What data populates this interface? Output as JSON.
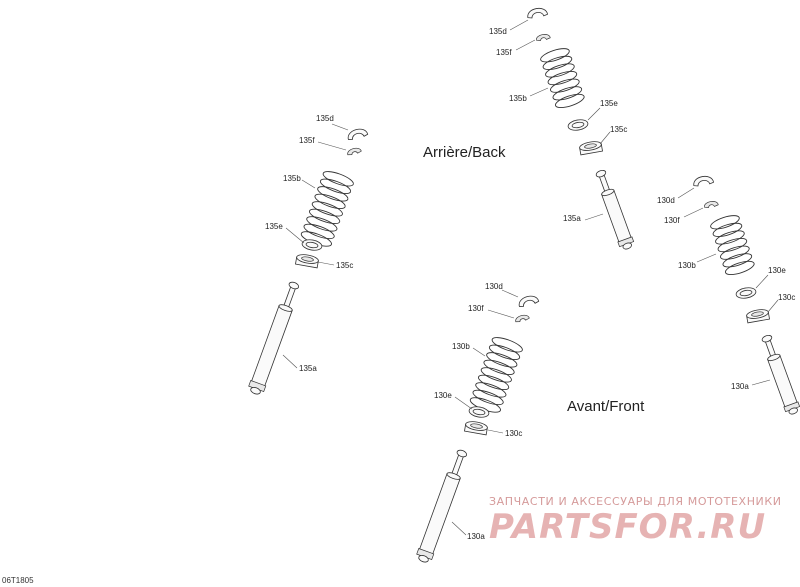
{
  "labels": {
    "back": "Arrière/Back",
    "front": "Avant/Front",
    "reference": "06T1805"
  },
  "callouts": {
    "a135d": "135d",
    "a135f": "135f",
    "a135b": "135b",
    "a135e": "135e",
    "a135c": "135c",
    "a135a": "135a",
    "b135d": "135d",
    "b135f": "135f",
    "b135b": "135b",
    "b135e": "135e",
    "b135c": "135c",
    "b135a": "135a",
    "c130d": "130d",
    "c130f": "130f",
    "c130b": "130b",
    "c130e": "130e",
    "c130c": "130c",
    "c130a": "130a",
    "d130d": "130d",
    "d130f": "130f",
    "d130b": "130b",
    "d130e": "130e",
    "d130c": "130c",
    "d130a": "130a"
  },
  "watermark": {
    "tagline": "ЗАПЧАСТИ И АКСЕССУАРЫ ДЛЯ МОТОТЕХНИКИ",
    "brand": "PARTSFOR.RU"
  }
}
